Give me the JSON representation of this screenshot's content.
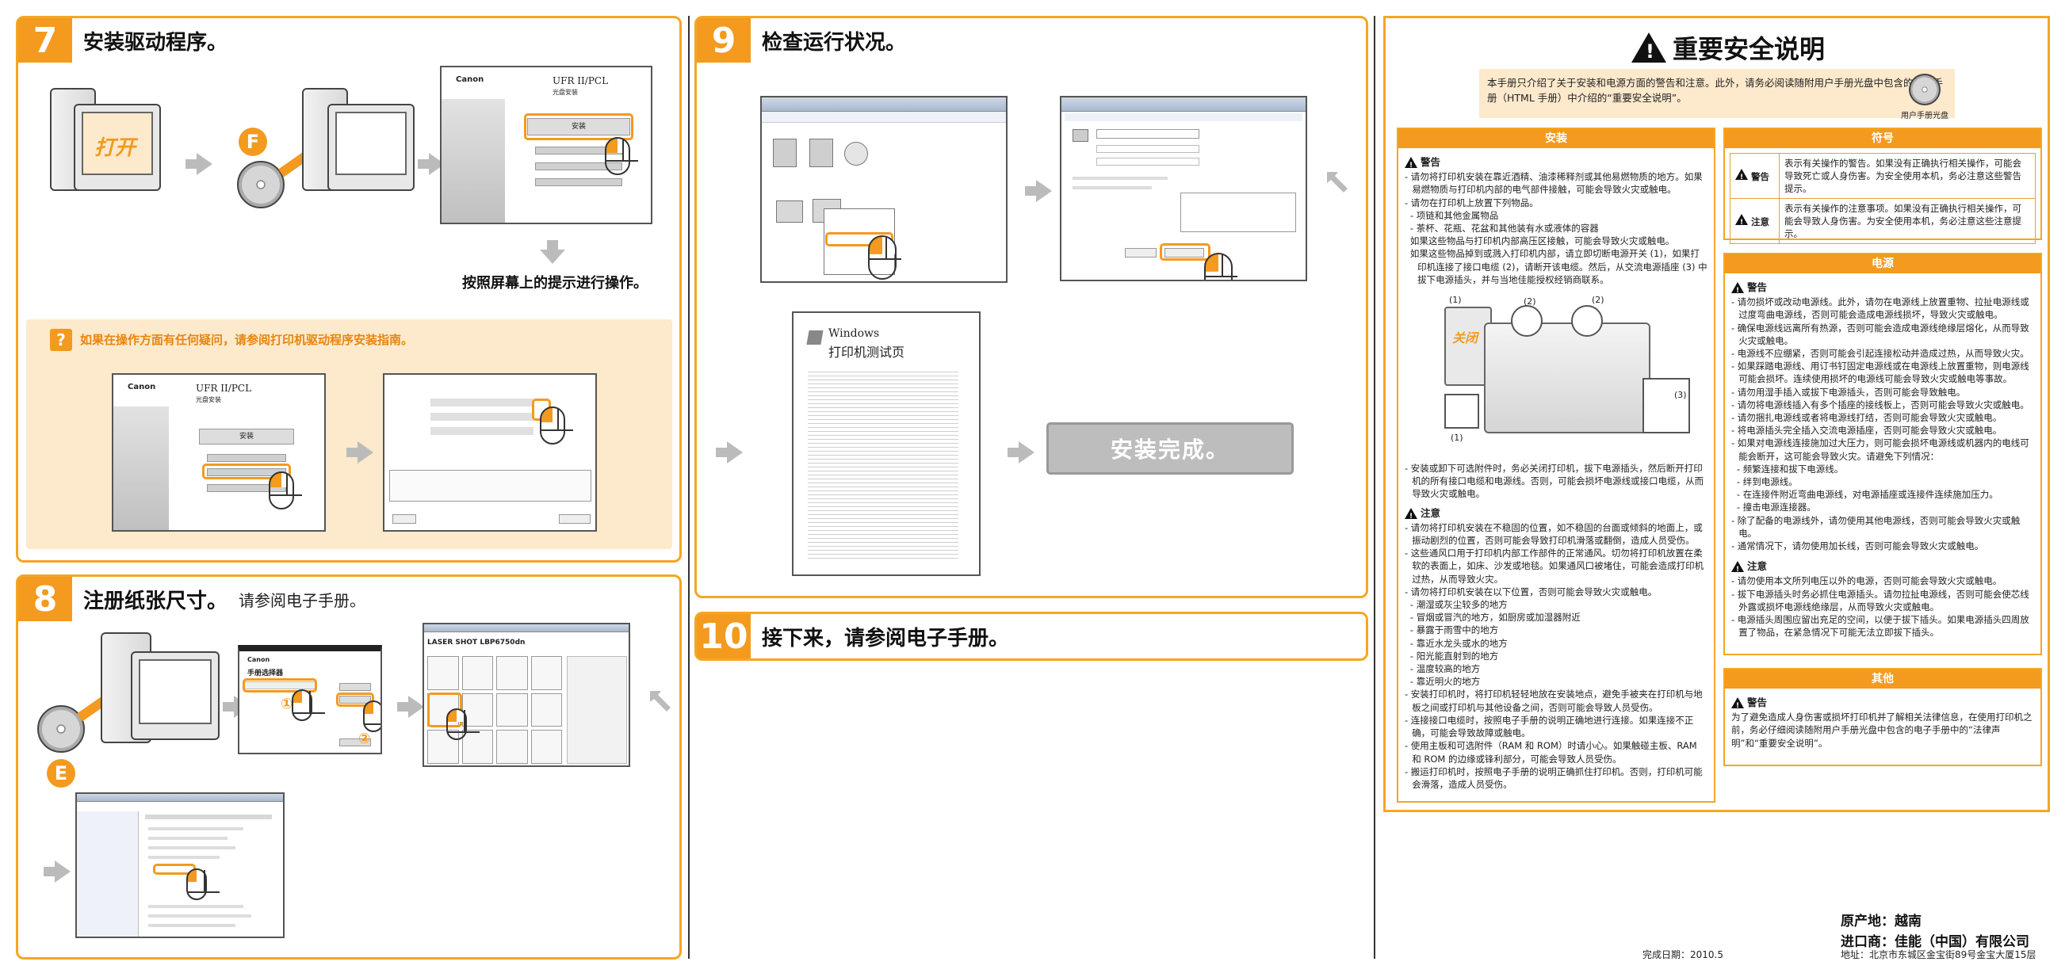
{
  "step7": {
    "num": "7",
    "title": "安装驱动程序。",
    "open_label": "打开",
    "badge": "F",
    "caption": "按照屏幕上的提示进行操作。",
    "installer_brand": "Canon",
    "installer_title": "UFR II/PCL",
    "installer_sub": "光盘安装",
    "installer_btn": "安装",
    "faq": "如果在操作方面有任何疑问，请参阅打印机驱动程序安装指南。"
  },
  "step8": {
    "num": "8",
    "title": "注册纸张尺寸。",
    "sub": "请参阅电子手册。",
    "badge": "E",
    "shot2_title": "LASER SHOT LBP6750dn",
    "shot1_title": "手册选择器",
    "marker1": "①",
    "marker2": "②"
  },
  "step9": {
    "num": "9",
    "title": "检查运行状况。",
    "test_page_title1": "Windows",
    "test_page_title2": "打印机测试页",
    "done": "安装完成。"
  },
  "step10": {
    "num": "10",
    "title": "接下来，请参阅电子手册。"
  },
  "safety": {
    "title": "重要安全说明",
    "intro": "本手册只介绍了关于安装和电源方面的警告和注意。此外，请务必阅读随附用户手册光盘中包含的电子手册（HTML 手册）中介绍的“重要安全说明”。",
    "cd_label": "用户手册光盘",
    "install": {
      "head": "安装",
      "warning_label": "警告",
      "warning_items": [
        "- 请勿将打印机安装在靠近酒精、油漆稀释剂或其他易燃物质的地方。如果易燃物质与打印机内部的电气部件接触，可能会导致火灾或触电。",
        "- 请勿在打印机上放置下列物品。",
        "- 项链和其他金属物品",
        "- 茶杯、花瓶、花盆和其他装有水或液体的容器",
        "如果这些物品与打印机内部高压区接触，可能会导致火灾或触电。",
        "如果这些物品掉到或溅入打印机内部，请立即切断电源开关 (1)，如果打印机连接了接口电缆 (2)，请断开该电缆。然后，从交流电源插座 (3) 中拔下电源插头，并与当地佳能授权经销商联系。"
      ],
      "illu_labels": [
        "(1)",
        "(2)",
        "(2)",
        "(1)",
        "(3)"
      ],
      "illu_close": "关闭",
      "warning_after": "- 安装或卸下可选附件时，务必关闭打印机，拔下电源插头，然后断开打印机的所有接口电缆和电源线。否则，可能会损坏电源线或接口电缆，从而导致火灾或触电。",
      "caution_label": "注意",
      "caution_items": [
        "- 请勿将打印机安装在不稳固的位置，如不稳固的台面或倾斜的地面上，或振动剧烈的位置，否则可能会导致打印机滑落或翻倒，造成人员受伤。",
        "- 这些通风口用于打印机内部工作部件的正常通风。切勿将打印机放置在柔软的表面上，如床、沙发或地毯。如果通风口被堵住，可能会造成打印机过热，从而导致火灾。",
        "- 请勿将打印机安装在以下位置，否则可能会导致火灾或触电。",
        "- 潮湿或灰尘较多的地方",
        "- 冒烟或冒汽的地方，如厨房或加湿器附近",
        "- 暴露于雨雪中的地方",
        "- 靠近水龙头或水的地方",
        "- 阳光能直射到的地方",
        "- 温度较高的地方",
        "- 靠近明火的地方",
        "- 安装打印机时，将打印机轻轻地放在安装地点，避免手被夹在打印机与地板之间或打印机与其他设备之间，否则可能会导致人员受伤。",
        "- 连接接口电缆时，按照电子手册的说明正确地进行连接。如果连接不正确，可能会导致故障或触电。",
        "- 使用主板和可选附件（RAM 和 ROM）时请小心。如果触碰主板、RAM 和 ROM 的边缘或锋利部分，可能会导致人员受伤。",
        "- 搬运打印机时，按照电子手册的说明正确抓住打印机。否则，打印机可能会滑落，造成人员受伤。"
      ]
    },
    "symbols": {
      "head": "符号",
      "rows": [
        {
          "key": "警告",
          "desc": "表示有关操作的警告。如果没有正确执行相关操作，可能会导致死亡或人身伤害。为安全使用本机，务必注意这些警告提示。"
        },
        {
          "key": "注意",
          "desc": "表示有关操作的注意事项。如果没有正确执行相关操作，可能会导致人身伤害。为安全使用本机，务必注意这些注意提示。"
        }
      ]
    },
    "power": {
      "head": "电源",
      "warning_label": "警告",
      "warning_items": [
        "- 请勿损坏或改动电源线。此外，请勿在电源线上放置重物、拉扯电源线或过度弯曲电源线，否则可能会造成电源线损坏，导致火灾或触电。",
        "- 确保电源线远离所有热源，否则可能会造成电源线绝缘层熔化，从而导致火灾或触电。",
        "- 电源线不应绷紧，否则可能会引起连接松动并造成过热，从而导致火灾。",
        "- 如果踩踏电源线、用订书钉固定电源线或在电源线上放置重物，则电源线可能会损坏。连续使用损坏的电源线可能会导致火灾或触电等事故。",
        "- 请勿用湿手插入或拔下电源插头，否则可能会导致触电。",
        "- 请勿将电源线插入有多个插座的接线板上，否则可能会导致火灾或触电。",
        "- 请勿捆扎电源线或者将电源线打结，否则可能会导致火灾或触电。",
        "- 将电源插头完全插入交流电源插座，否则可能会导致火灾或触电。",
        "- 如果对电源线连接施加过大压力，则可能会损坏电源线或机器内的电线可能会断开，这可能会导致火灾。请避免下列情况：",
        "- 频繁连接和拔下电源线。",
        "- 绊到电源线。",
        "- 在连接件附近弯曲电源线，对电源插座或连接件连续施加压力。",
        "- 撞击电源连接器。",
        "- 除了配备的电源线外，请勿使用其他电源线，否则可能会导致火灾或触电。",
        "- 通常情况下，请勿使用加长线，否则可能会导致火灾或触电。"
      ],
      "caution_label": "注意",
      "caution_items": [
        "- 请勿使用本文所列电压以外的电源，否则可能会导致火灾或触电。",
        "- 拔下电源插头时务必抓住电源插头。请勿拉扯电源线，否则可能会使芯线外露或损坏电源线绝缘层，从而导致火灾或触电。",
        "- 电源插头周围应留出充足的空间，以便于拔下插头。如果电源插头四周放置了物品，在紧急情况下可能无法立即拔下插头。"
      ]
    },
    "other": {
      "head": "其他",
      "warning_label": "警告",
      "text": "为了避免造成人身伤害或损坏打印机并了解相关法律信息，在使用打印机之前，务必仔细阅读随附用户手册光盘中包含的电子手册中的“法律声明”和“重要安全说明”。"
    }
  },
  "footer": {
    "date": "完成日期：2010.5",
    "origin": "原产地：越南",
    "importer": "进口商：佳能（中国）有限公司",
    "address": "地址：北京市东城区金宝街89号金宝大厦15层"
  }
}
